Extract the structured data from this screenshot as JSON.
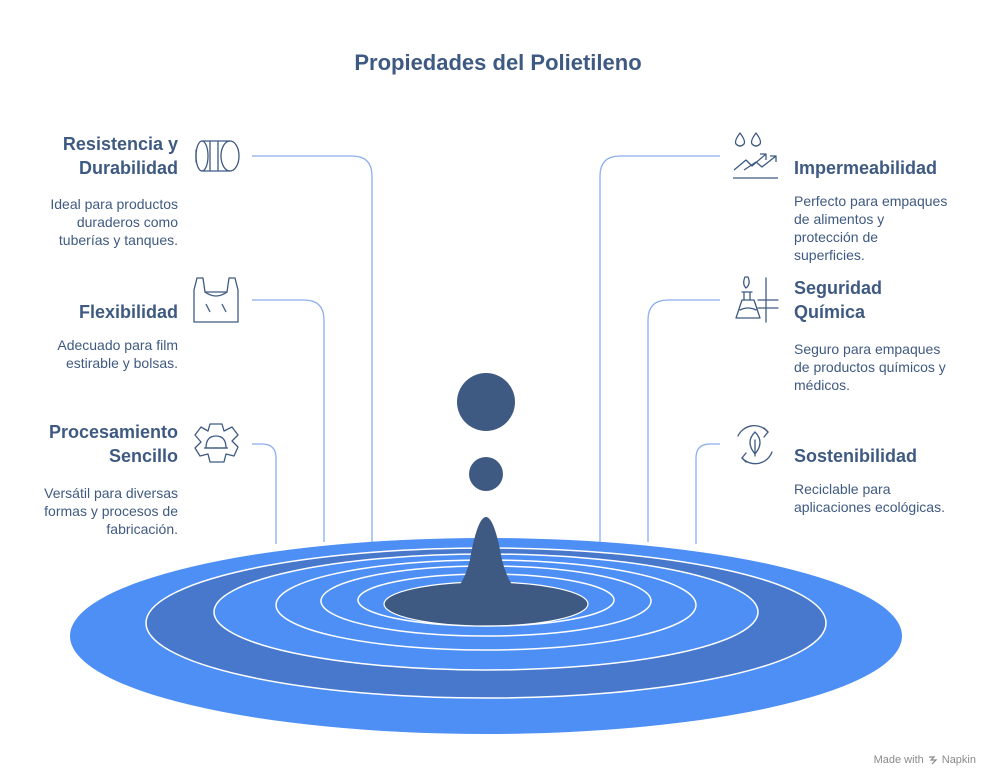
{
  "title": "Propiedades del Polietileno",
  "properties": [
    {
      "heading_line1": "Resistencia y",
      "heading_line2": "Durabilidad",
      "desc_line1": "Ideal para productos",
      "desc_line2": "duraderos como",
      "desc_line3": "tuberías y tanques.",
      "icon": "pipe-icon"
    },
    {
      "heading_line1": "Flexibilidad",
      "desc_line1": "Adecuado para film",
      "desc_line2": "estirable y bolsas.",
      "icon": "plastic-bag-icon"
    },
    {
      "heading_line1": "Procesamiento",
      "heading_line2": "Sencillo",
      "desc_line1": "Versátil para diversas",
      "desc_line2": "formas y procesos de",
      "desc_line3": "fabricación.",
      "icon": "gear-icon"
    },
    {
      "heading_line1": "Impermeabilidad",
      "desc_line1": "Perfecto para empaques",
      "desc_line2": "de alimentos y",
      "desc_line3": "protección de",
      "desc_line4": "superficies.",
      "icon": "water-drops-icon"
    },
    {
      "heading_line1": "Seguridad",
      "heading_line2": "Química",
      "desc_line1": "Seguro para empaques",
      "desc_line2": "de productos químicos y",
      "desc_line3": "médicos.",
      "icon": "chemistry-flask-icon"
    },
    {
      "heading_line1": "Sostenibilidad",
      "desc_line1": "Reciclable para",
      "desc_line2": "aplicaciones ecológicas.",
      "icon": "recycle-leaf-icon"
    }
  ],
  "footer": {
    "made_with": "Made with",
    "brand": "Napkin"
  },
  "colors": {
    "text": "#3f5a82",
    "outer_ring": "#4d8ff5",
    "mid_ring": "#4778cc",
    "inner_ring": "#4d8ff5",
    "drop": "#3f5a82",
    "line": "#8aaef0"
  }
}
